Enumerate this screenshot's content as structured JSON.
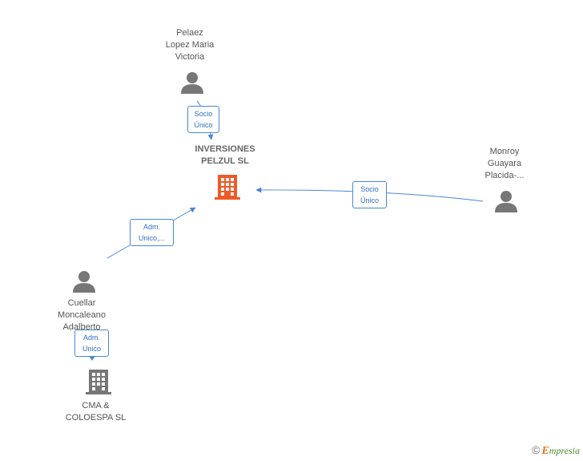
{
  "nodes": {
    "main_company": {
      "lines": [
        "INVERSIONES",
        "PELZUL SL"
      ]
    },
    "person_pelaez": {
      "lines": [
        "Pelaez",
        "Lopez Maria",
        "Victoria"
      ]
    },
    "person_monroy": {
      "lines": [
        "Monroy",
        "Guayara",
        "Placida-..."
      ]
    },
    "person_cuellar": {
      "lines": [
        "Cuellar",
        "Moncaleano",
        "Adalberto"
      ]
    },
    "company_cma": {
      "lines": [
        "CMA &",
        "COLOESPA SL"
      ]
    }
  },
  "badges": {
    "pelaez": {
      "line1": "Socio",
      "line2": "Único"
    },
    "monroy": {
      "line1": "Socio",
      "line2": "Único"
    },
    "cuellar_main": {
      "line1": "Adm.",
      "line2": "Unico,..."
    },
    "cuellar_cma": {
      "line1": "Adm.",
      "line2": "Unico"
    }
  },
  "colors": {
    "edge": "#4a86d8",
    "person_icon": "#777777",
    "main_company_icon": "#f05a28",
    "company_icon": "#777777"
  },
  "footer": {
    "copyright": "©",
    "brand_initial": "E",
    "brand_rest": "mpresia"
  }
}
